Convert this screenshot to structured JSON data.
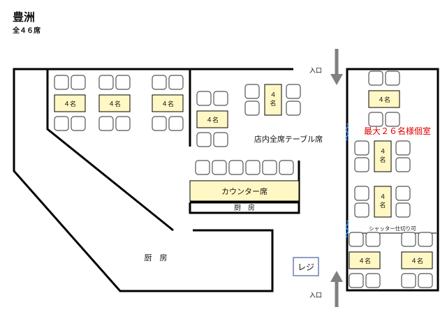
{
  "header": {
    "title": "豊洲",
    "subtitle": "全４６席"
  },
  "labels": {
    "entrance_top": "入口",
    "entrance_bottom": "入口",
    "all_table_seats": "店内全席テーブル席",
    "counter": "カウンター席",
    "kitchen_small": "厨　房",
    "kitchen_large": "厨　房",
    "register": "レジ",
    "private_room": "最大２６名様個室",
    "shutter": "シャッター仕切り可"
  },
  "tables": [
    {
      "id": "t1",
      "label": "４名"
    },
    {
      "id": "t2",
      "label": "４名"
    },
    {
      "id": "t3",
      "label": "４名"
    },
    {
      "id": "t4",
      "label": "４名"
    },
    {
      "id": "t5",
      "label": "４名"
    },
    {
      "id": "t6",
      "label": "４名"
    },
    {
      "id": "t7",
      "label": "４名"
    },
    {
      "id": "t8",
      "label": "４名"
    },
    {
      "id": "t9",
      "label": "４名"
    },
    {
      "id": "t10",
      "label": "４名"
    }
  ],
  "colors": {
    "table_fill": "#FFF8C4",
    "chair_stroke": "#555555",
    "wall": "#000000",
    "arrow": "#808080",
    "private_room_text": "#E00000",
    "shutter_line": "#3399FF"
  }
}
